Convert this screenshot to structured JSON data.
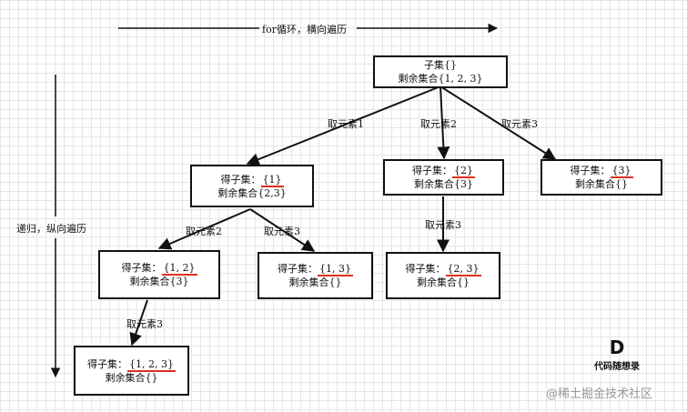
{
  "axes": {
    "horizontal": "for循环，横向遍历",
    "vertical": "递归，纵向遍历"
  },
  "nodes": {
    "root": {
      "line1": "子集{}",
      "line2": "剩余集合{1, 2, 3}"
    },
    "n1": {
      "prefix": "得子集：",
      "set": "{1}",
      "line2": "剩余集合{2,3}"
    },
    "n2": {
      "prefix": "得子集：",
      "set": "{2}",
      "line2": "剩余集合{3}"
    },
    "n3": {
      "prefix": "得子集：",
      "set": "{3}",
      "line2": "剩余集合{}"
    },
    "n12": {
      "prefix": "得子集：",
      "set": "{1, 2}",
      "line2": "剩余集合{3}"
    },
    "n13": {
      "prefix": "得子集：",
      "set": "{1, 3}",
      "line2": "剩余集合{}"
    },
    "n23": {
      "prefix": "得子集：",
      "set": "{2, 3}",
      "line2": "剩余集合{}"
    },
    "n123": {
      "prefix": "得子集：",
      "set": "{1, 2, 3}",
      "line2": "剩余集合{}"
    }
  },
  "edges": {
    "root_n1": "取元素1",
    "root_n2": "取元素2",
    "root_n3": "取元素3",
    "n1_n12": "取元素2",
    "n1_n13": "取元素3",
    "n2_n23": "取元素3",
    "n12_n123": "取元素3"
  },
  "watermark": {
    "logo_letter": "D",
    "logo_text": "代码随想录",
    "site": "@稀土掘金技术社区"
  }
}
